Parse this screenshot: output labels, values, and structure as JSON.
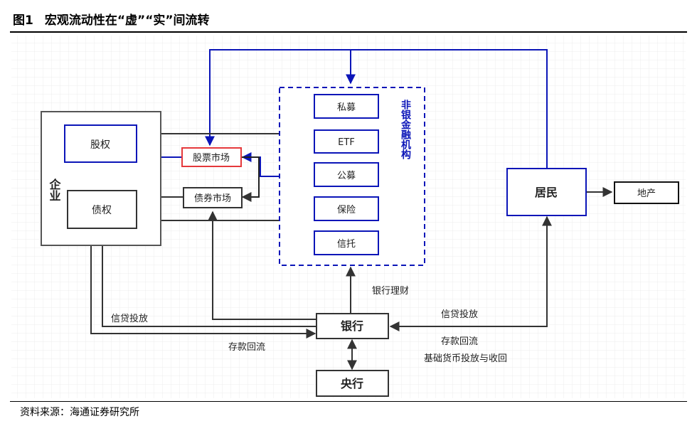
{
  "figure": {
    "number": "图1",
    "title": "宏观流动性在“虚”“实”间流转",
    "source": "资料来源：海通证券研究所"
  },
  "nodes": {
    "enterprise": "企业",
    "equity": "股权",
    "debt": "债权",
    "stock_market": "股票市场",
    "bond_market": "债券市场",
    "nbfi": "非银金融机构",
    "private_fund": "私募",
    "etf": "ETF",
    "public_fund": "公募",
    "insurance": "保险",
    "trust": "信托",
    "residents": "居民",
    "real_estate": "地产",
    "bank": "银行",
    "central_bank": "央行"
  },
  "labels": {
    "bank_wealth": "银行理财",
    "credit_left": "信贷投放",
    "deposit_left": "存款回流",
    "credit_right": "信贷投放",
    "deposit_right": "存款回流",
    "base_money": "基础货币投放与收回"
  },
  "colors": {
    "blue": "#0b15b8",
    "red": "#e5383b",
    "dark": "#333333",
    "grid": "#ececec"
  }
}
